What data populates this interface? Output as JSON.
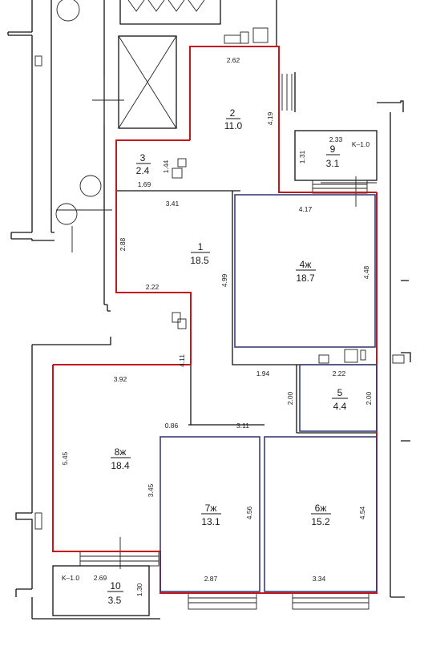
{
  "rooms": [
    {
      "id": "room-1",
      "number": "1",
      "area": "18.5"
    },
    {
      "id": "room-2",
      "number": "2",
      "area": "11.0"
    },
    {
      "id": "room-3",
      "number": "3",
      "area": "2.4"
    },
    {
      "id": "room-4",
      "number": "4ж",
      "area": "18.7"
    },
    {
      "id": "room-5",
      "number": "5",
      "area": "4.4"
    },
    {
      "id": "room-6",
      "number": "6ж",
      "area": "15.2"
    },
    {
      "id": "room-7",
      "number": "7ж",
      "area": "13.1"
    },
    {
      "id": "room-8",
      "number": "8ж",
      "area": "18.4"
    },
    {
      "id": "room-9",
      "number": "9",
      "area": "3.1"
    },
    {
      "id": "room-10",
      "number": "10",
      "area": "3.5"
    }
  ],
  "dimensions": {
    "room2_top": "2.62",
    "room2_right": "4.19",
    "room3_side": "1.44",
    "room3_bottom": "1.69",
    "room9_top": "2.33",
    "room9_left": "1.31",
    "balcony_coef_9": "K–1.0",
    "room1_top": "3.41",
    "room1_left": "2.88",
    "room1_bottom": "2.22",
    "corridor_right": "4.99",
    "room4_top": "4.17",
    "room4_right": "4.48",
    "hall_vertical": "4.11",
    "hall_top": "1.94",
    "hall_side": "2.00",
    "room5_top": "2.22",
    "room5_right": "2.00",
    "room8_top": "3.92",
    "room8_left": "5.45",
    "room8_right": "3.45",
    "hall_step": "0.86",
    "hall_bottom": "3.11",
    "room7_right": "4.56",
    "room7_bottom": "2.87",
    "room6_right": "4.54",
    "room6_bottom": "3.34",
    "balcony_coef_10": "K–1.0",
    "room10_top": "2.69",
    "room10_right": "1.30"
  }
}
